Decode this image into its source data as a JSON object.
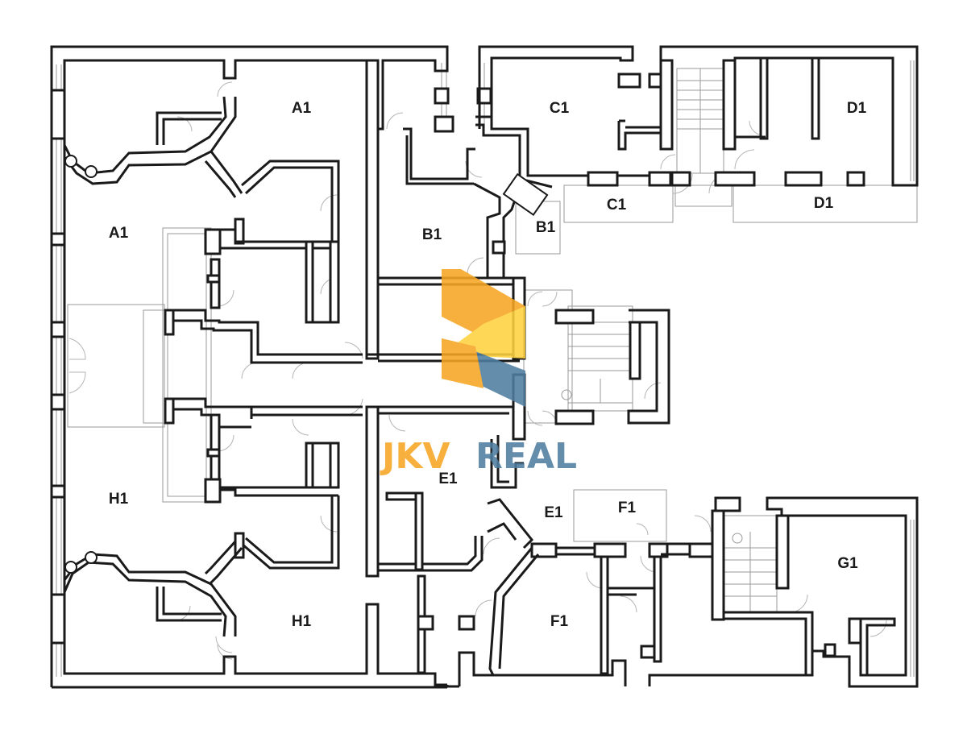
{
  "rooms": [
    {
      "id": "A1",
      "label": "A1"
    },
    {
      "id": "A1b",
      "label": "A1"
    },
    {
      "id": "B1",
      "label": "B1"
    },
    {
      "id": "B1b",
      "label": "B1"
    },
    {
      "id": "C1",
      "label": "C1"
    },
    {
      "id": "C1b",
      "label": "C1"
    },
    {
      "id": "D1",
      "label": "D1"
    },
    {
      "id": "D1b",
      "label": "D1"
    },
    {
      "id": "E1",
      "label": "E1"
    },
    {
      "id": "E1b",
      "label": "E1"
    },
    {
      "id": "F1",
      "label": "F1"
    },
    {
      "id": "F1b",
      "label": "F1"
    },
    {
      "id": "G1",
      "label": "G1"
    },
    {
      "id": "H1",
      "label": "H1"
    },
    {
      "id": "H1b",
      "label": "H1"
    }
  ],
  "logo": {
    "word1": "JKV",
    "word2": "REAL",
    "colors": {
      "orange": "#f6a623",
      "yellow": "#ffd23f",
      "blue": "#4f7ea0"
    }
  }
}
